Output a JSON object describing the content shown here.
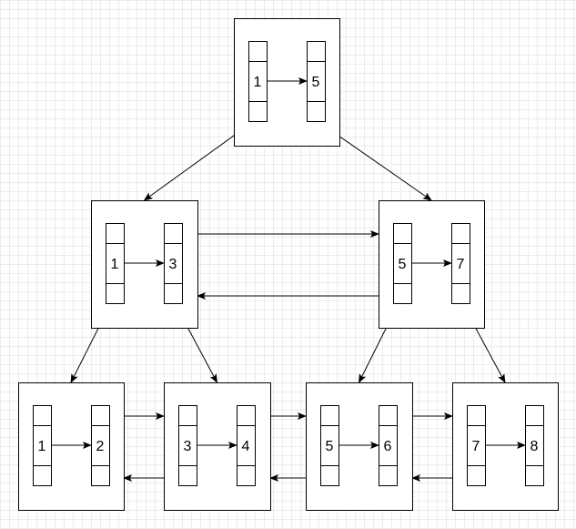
{
  "diagram": {
    "kind": "B+ tree",
    "nodes": [
      {
        "id": "root",
        "keys": [
          "1",
          "5"
        ]
      },
      {
        "id": "inner-left",
        "keys": [
          "1",
          "3"
        ]
      },
      {
        "id": "inner-right",
        "keys": [
          "5",
          "7"
        ]
      },
      {
        "id": "leaf-1",
        "keys": [
          "1",
          "2"
        ]
      },
      {
        "id": "leaf-2",
        "keys": [
          "3",
          "4"
        ]
      },
      {
        "id": "leaf-3",
        "keys": [
          "5",
          "6"
        ]
      },
      {
        "id": "leaf-4",
        "keys": [
          "7",
          "8"
        ]
      }
    ],
    "child_links": [
      {
        "from": "root",
        "to": "inner-left"
      },
      {
        "from": "root",
        "to": "inner-right"
      },
      {
        "from": "inner-left",
        "to": "leaf-1"
      },
      {
        "from": "inner-left",
        "to": "leaf-2"
      },
      {
        "from": "inner-right",
        "to": "leaf-3"
      },
      {
        "from": "inner-right",
        "to": "leaf-4"
      }
    ],
    "sibling_links": [
      {
        "from": "inner-left",
        "to": "inner-right",
        "bidirectional": true
      },
      {
        "from": "leaf-1",
        "to": "leaf-2",
        "bidirectional": true
      },
      {
        "from": "leaf-2",
        "to": "leaf-3",
        "bidirectional": true
      },
      {
        "from": "leaf-3",
        "to": "leaf-4",
        "bidirectional": true
      }
    ],
    "colors": {
      "stroke": "#000000",
      "fill": "#ffffff",
      "grid": "#ececec"
    }
  }
}
